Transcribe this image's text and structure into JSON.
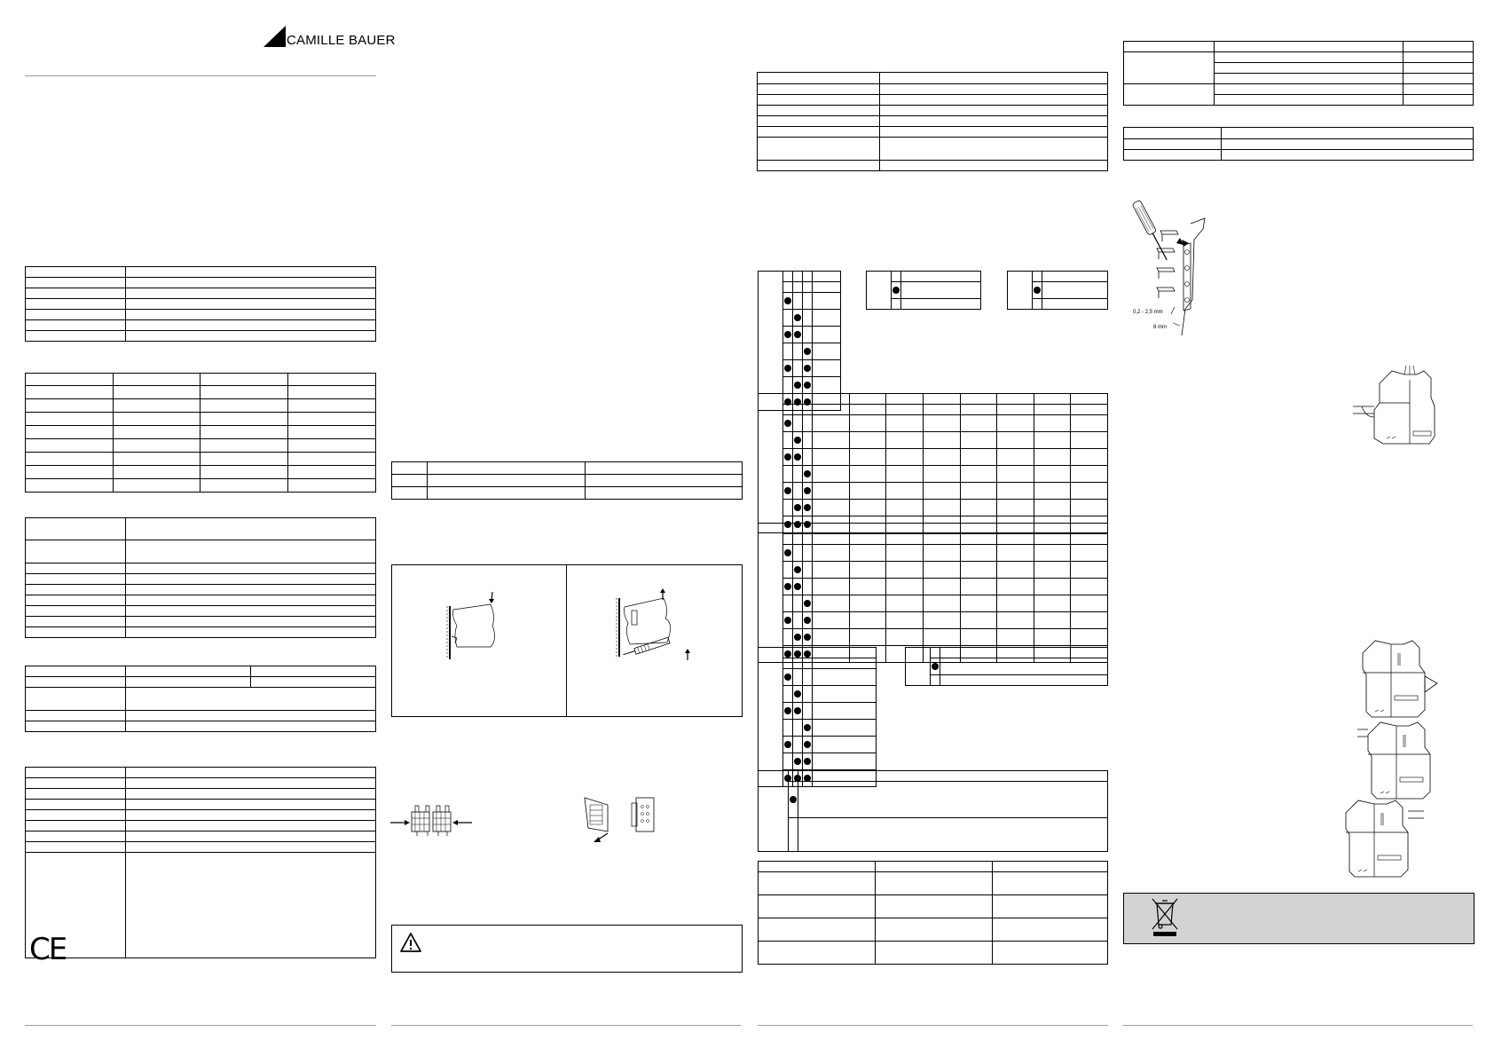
{
  "brand": {
    "name": "CAMILLE BAUER"
  },
  "mounting_figure": {
    "wire_range": "0,2 - 2,5 mm",
    "strip_length": "8 mm"
  },
  "colors": {
    "rule": "#9a9a9a",
    "disposal_box": "#d3d3d3"
  },
  "icons": {
    "ce": "CE",
    "warning": "warning-triangle-icon",
    "disposal": "crossed-out-wheelie-bin-icon"
  }
}
